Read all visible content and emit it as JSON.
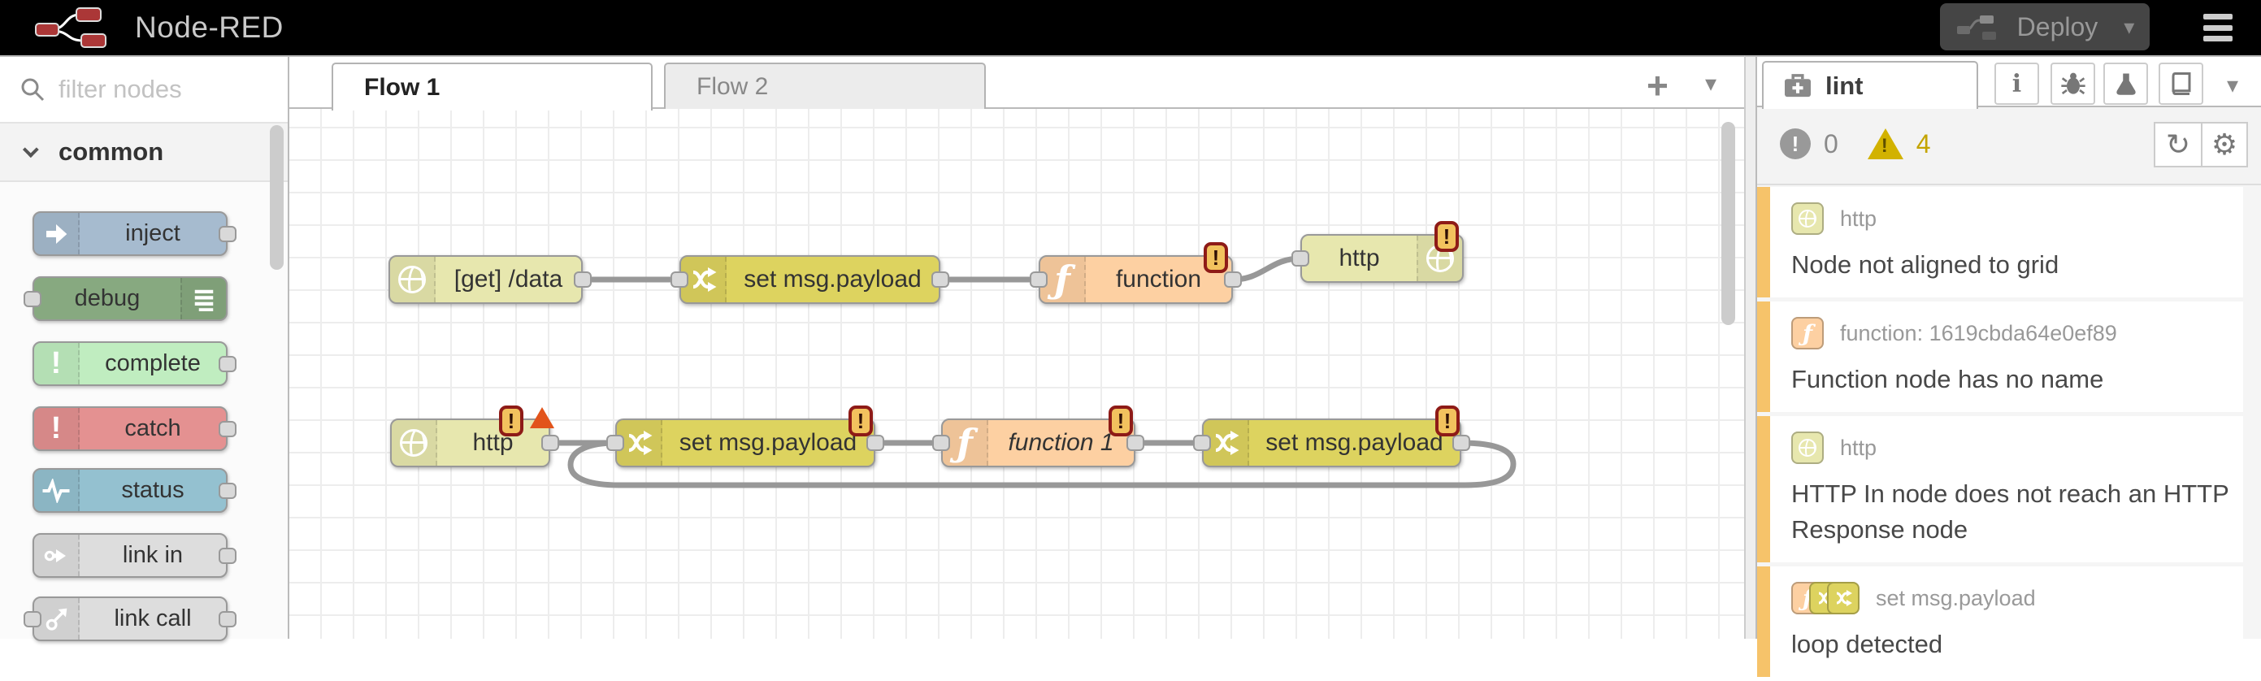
{
  "header": {
    "title": "Node-RED",
    "deploy_label": "Deploy"
  },
  "palette": {
    "filter_placeholder": "filter nodes",
    "category": "common",
    "nodes": [
      {
        "label": "inject"
      },
      {
        "label": "debug"
      },
      {
        "label": "complete"
      },
      {
        "label": "catch"
      },
      {
        "label": "status"
      },
      {
        "label": "link in"
      },
      {
        "label": "link call"
      }
    ]
  },
  "workspace": {
    "tabs": [
      {
        "label": "Flow 1",
        "active": true
      },
      {
        "label": "Flow 2",
        "active": false
      }
    ]
  },
  "flow": {
    "nodes": [
      {
        "label": "[get] /data",
        "type": "http in"
      },
      {
        "label": "set msg.payload",
        "type": "change"
      },
      {
        "label": "function",
        "type": "function"
      },
      {
        "label": "http",
        "type": "http response"
      },
      {
        "label": "http",
        "type": "http in"
      },
      {
        "label": "set msg.payload",
        "type": "change"
      },
      {
        "label": "function 1",
        "type": "function"
      },
      {
        "label": "set msg.payload",
        "type": "change"
      }
    ]
  },
  "sidebar": {
    "tab_label": "lint",
    "error_count": "0",
    "warning_count": "4",
    "issues": [
      {
        "node": "http",
        "message": "Node not aligned to grid"
      },
      {
        "node": "function: 1619cbda64e0ef89",
        "message": "Function node has no name"
      },
      {
        "node": "http",
        "message": "HTTP In node does not reach an HTTP Response node"
      },
      {
        "node": "set msg.payload",
        "message": "loop detected"
      }
    ]
  },
  "colors": {
    "http_node": "#e7e7ae",
    "change_node": "#ddd35f",
    "function_node": "#fdd0a2",
    "warning_stripe": "#f6c36a",
    "badge": "#f2c25e",
    "badge_border": "#8e1b17"
  }
}
